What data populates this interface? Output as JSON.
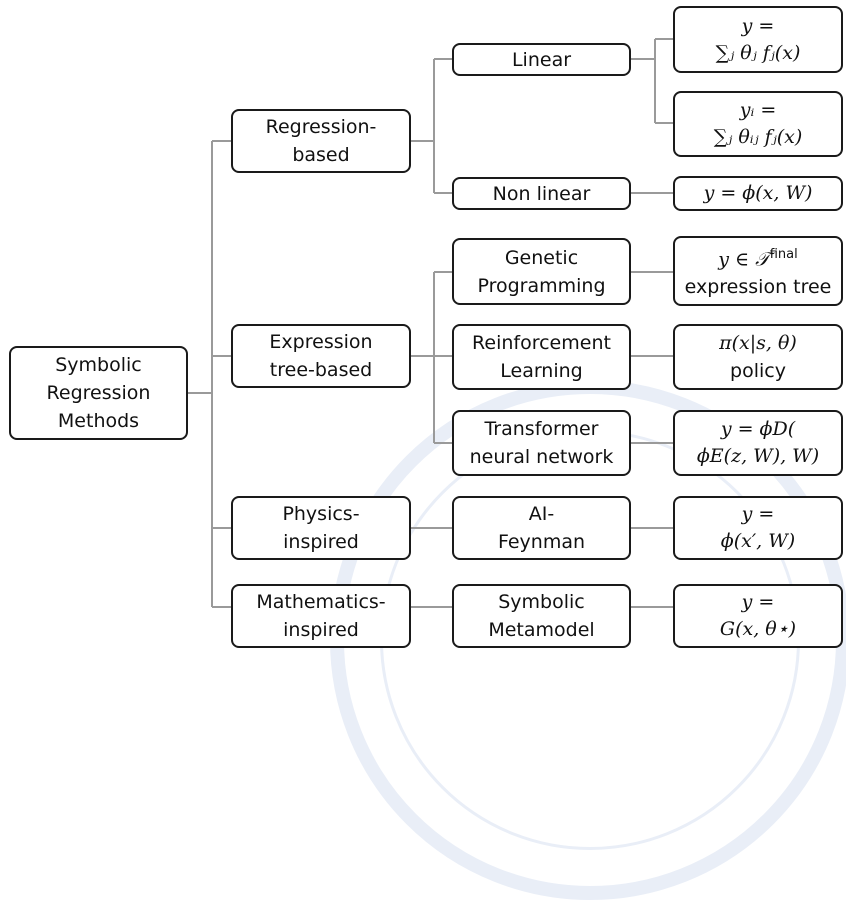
{
  "root": {
    "line1": "Symbolic",
    "line2": "Regression",
    "line3": "Methods"
  },
  "categories": {
    "regression": {
      "line1": "Regression-",
      "line2": "based"
    },
    "expression_tree": {
      "line1": "Expression",
      "line2": "tree-based"
    },
    "physics": {
      "line1": "Physics-",
      "line2": "inspired"
    },
    "mathematics": {
      "line1": "Mathematics-",
      "line2": "inspired"
    }
  },
  "methods": {
    "linear": {
      "line1": "Linear"
    },
    "non_linear": {
      "line1": "Non linear"
    },
    "genetic_programming": {
      "line1": "Genetic",
      "line2": "Programming"
    },
    "reinforcement_learning": {
      "line1": "Reinforcement",
      "line2": "Learning"
    },
    "transformer": {
      "line1": "Transformer",
      "line2": "neural network"
    },
    "ai_feynman": {
      "line1": "AI-",
      "line2": "Feynman"
    },
    "symbolic_metamodel": {
      "line1": "Symbolic",
      "line2": "Metamodel"
    }
  },
  "formulas": {
    "linear_scalar": {
      "line1": "y =",
      "line2": "∑ⱼ θⱼ fⱼ(x)"
    },
    "linear_vector": {
      "line1": "yᵢ =",
      "line2": "∑ⱼ θᵢⱼ fⱼ(x)"
    },
    "non_linear": {
      "line1": "y = ϕ(x, W)"
    },
    "genetic": {
      "line1": "y ∈ 𝒯",
      "line1_sup": "final",
      "line2": "expression tree"
    },
    "reinforcement": {
      "line1": "π(x|s, θ)",
      "line2": "policy"
    },
    "transformer": {
      "line1": "y = ϕD(",
      "line2": "ϕE(z, W), W)"
    },
    "ai_feynman": {
      "line1": "y =",
      "line2": "ϕ(x′, W)"
    },
    "metamodel": {
      "line1": "y =",
      "line2": "G(x, θ⋆)"
    }
  }
}
